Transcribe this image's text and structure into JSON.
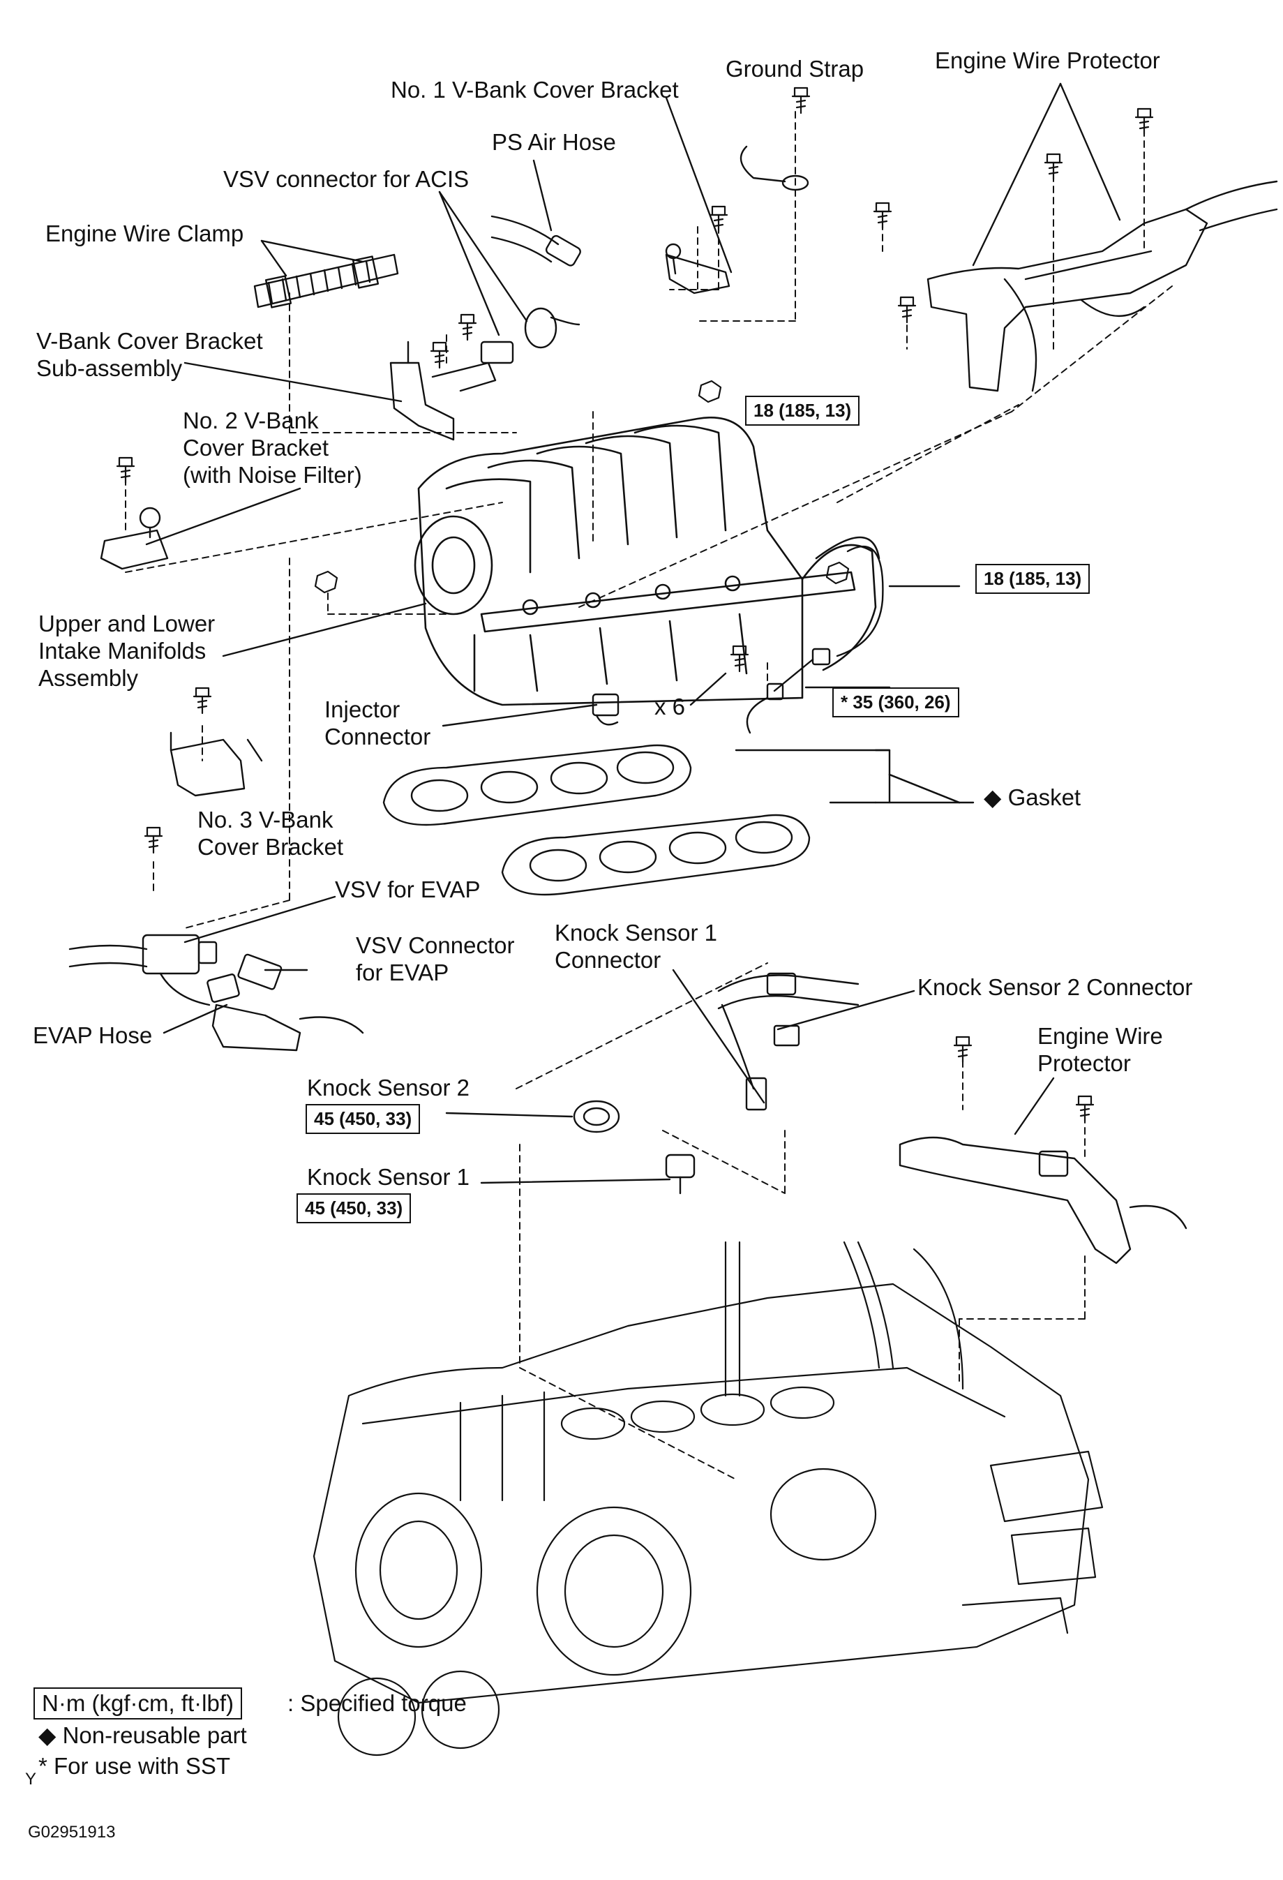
{
  "labels": {
    "ground_strap": "Ground Strap",
    "engine_wire_protector_top": "Engine Wire Protector",
    "no1_vbank_bracket": "No. 1 V-Bank Cover Bracket",
    "ps_air_hose": "PS Air Hose",
    "vsv_connector_acis": "VSV connector for ACIS",
    "engine_wire_clamp": "Engine Wire Clamp",
    "vbank_bracket_subassy": "V-Bank  Cover Bracket\nSub-assembly",
    "no2_vbank_bracket": "No. 2 V-Bank\nCover Bracket\n(with Noise Filter)",
    "manifolds_assy": "Upper and Lower\nIntake Manifolds\nAssembly",
    "injector_connector": "Injector\nConnector",
    "x6": "x 6",
    "gasket": "Gasket",
    "no3_vbank_bracket": "No. 3 V-Bank\nCover Bracket",
    "vsv_evap": "VSV for EVAP",
    "vsv_connector_evap": "VSV Connector\nfor EVAP",
    "evap_hose": "EVAP Hose",
    "knock_sensor1_connector": "Knock Sensor 1\nConnector",
    "knock_sensor2_connector": "Knock Sensor 2 Connector",
    "engine_wire_protector_lower": "Engine Wire\nProtector",
    "knock_sensor2": "Knock Sensor 2",
    "knock_sensor1": "Knock Sensor 1"
  },
  "torques": {
    "t1": "18 (185, 13)",
    "t2": "18 (185, 13)",
    "t3": "* 35 (360, 26)",
    "t4": "45 (450, 33)",
    "t5": "45 (450, 33)"
  },
  "legend": {
    "unit": "N·m (kgf·cm, ft·lbf)",
    "specified": ": Specified torque",
    "nonreusable": "Non-reusable part",
    "sst": "For use with SST",
    "diamond": "◆",
    "asterisk": "*",
    "y_mark": "Y"
  },
  "figure_code": "G02951913"
}
